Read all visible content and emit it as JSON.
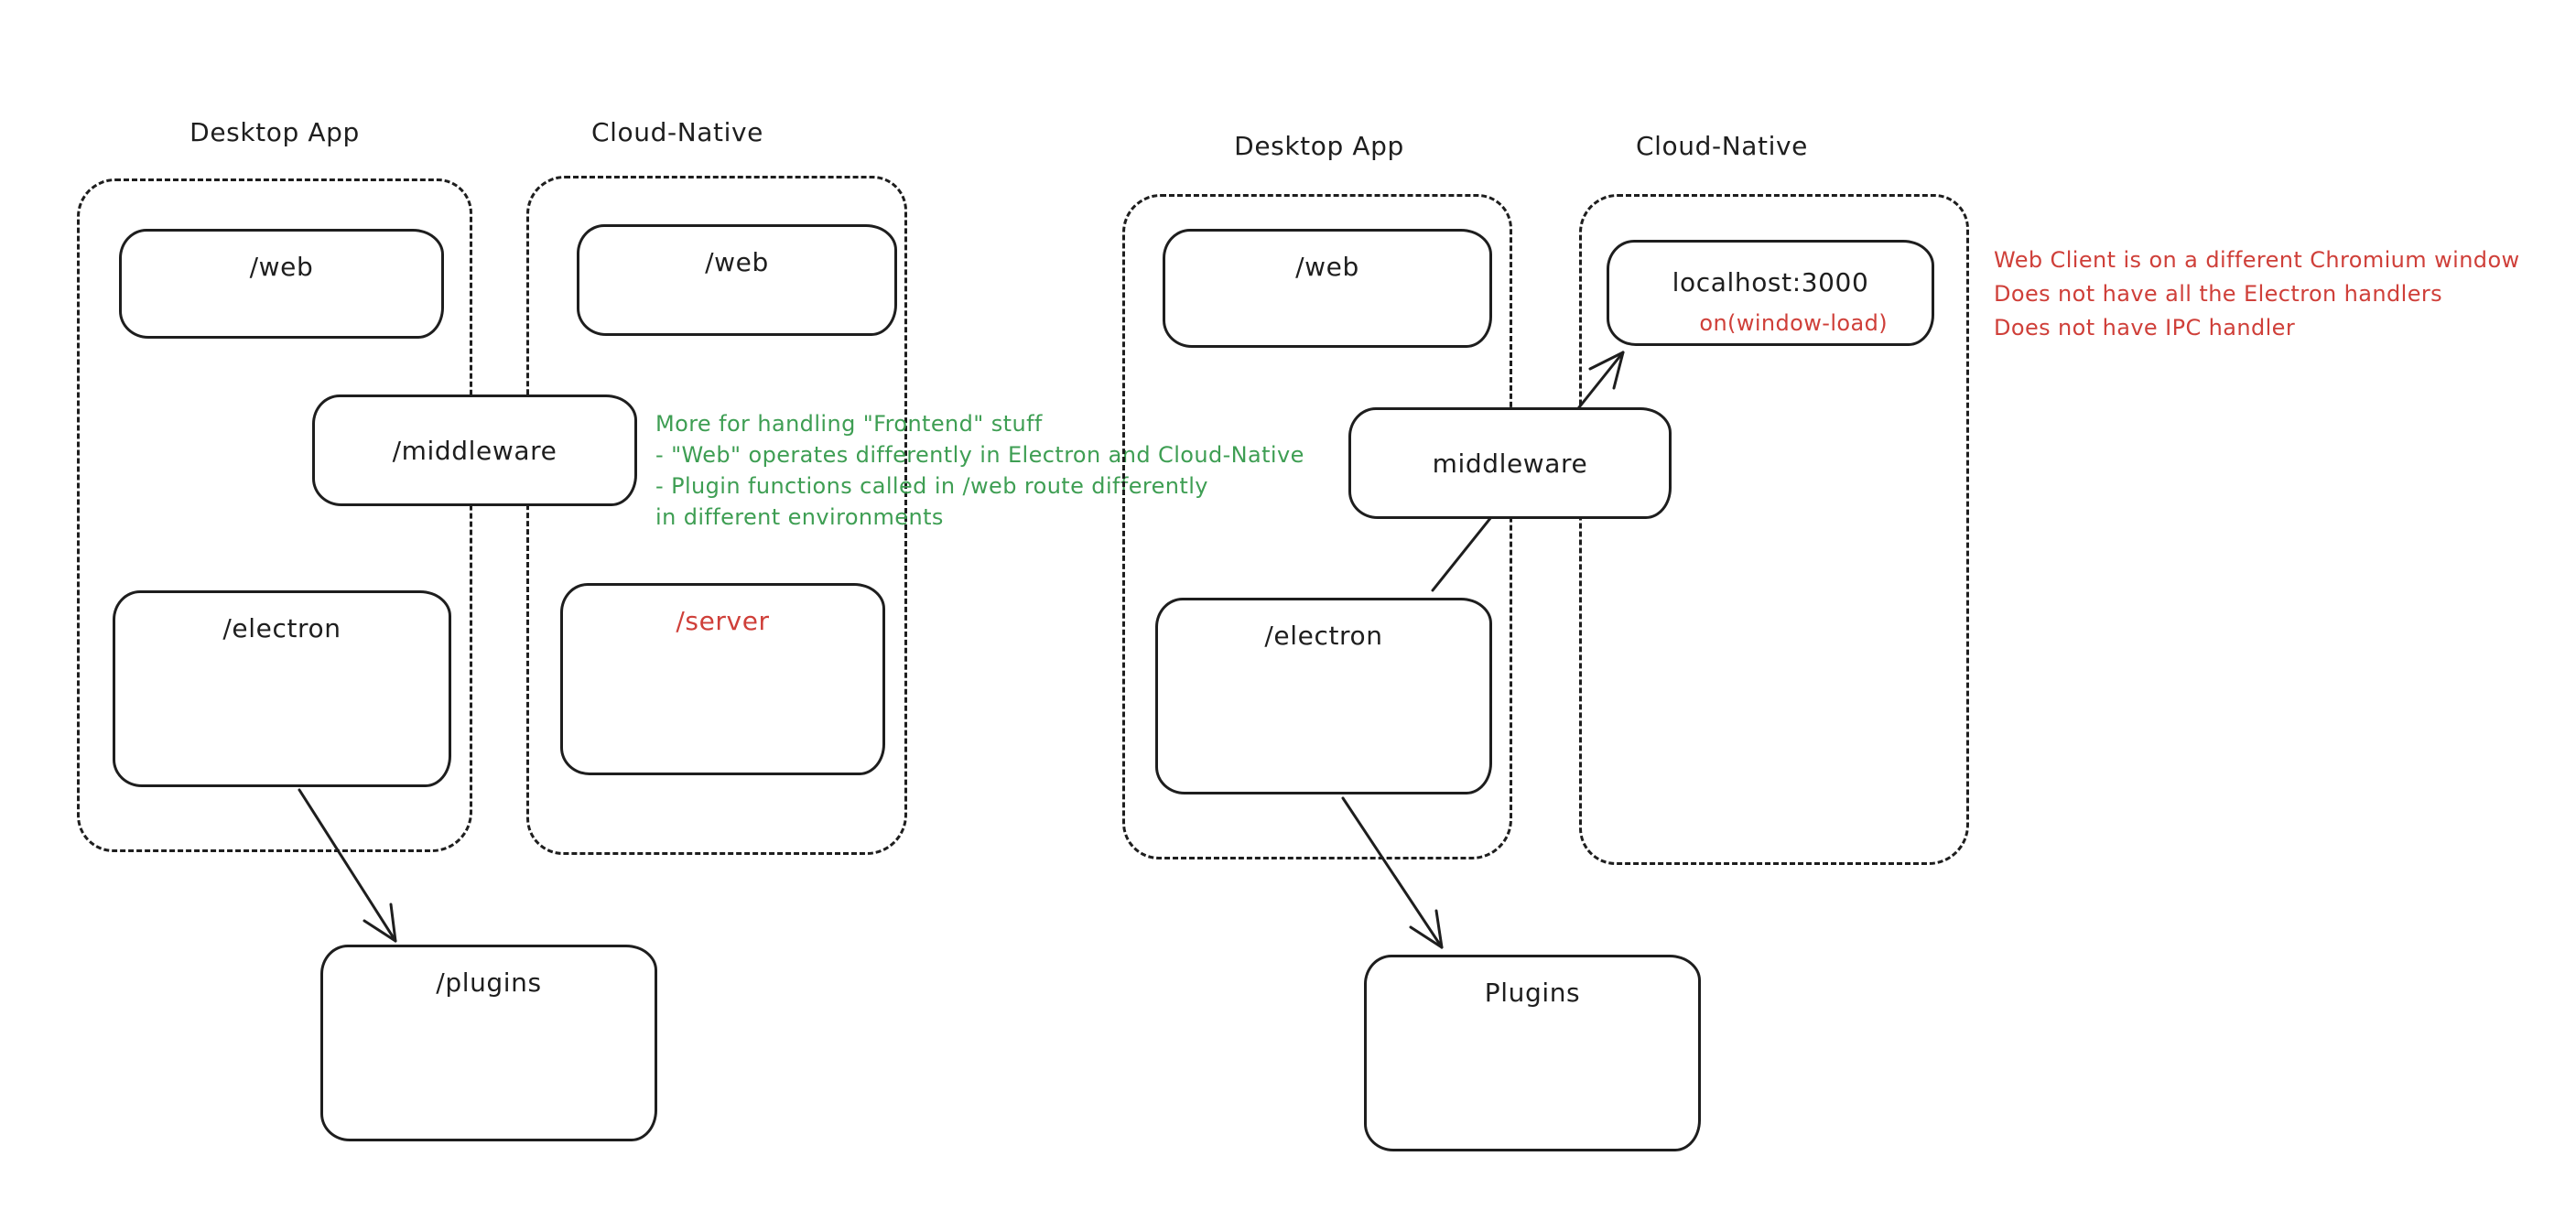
{
  "colors": {
    "ink": "#1e1e1e",
    "green": "#3e9e53",
    "red": "#cf3f39"
  },
  "left": {
    "desktop_title": "Desktop App",
    "cloud_title": "Cloud-Native",
    "web_desktop": "/web",
    "web_cloud": "/web",
    "middleware": "/middleware",
    "electron": "/electron",
    "server": "/server",
    "plugins": "/plugins",
    "green_note": [
      "More for handling \"Frontend\" stuff",
      "- \"Web\" operates differently in Electron and Cloud-Native",
      "- Plugin functions called in /web route differently",
      "in different environments"
    ]
  },
  "right": {
    "desktop_title": "Desktop App",
    "cloud_title": "Cloud-Native",
    "web": "/web",
    "localhost": "localhost:3000",
    "window_load": "on(window-load)",
    "middleware": "middleware",
    "electron": "/electron",
    "plugins": "Plugins",
    "red_note": [
      "Web Client is on a different Chromium window",
      "Does not have all the Electron handlers",
      "Does not have IPC handler"
    ]
  }
}
